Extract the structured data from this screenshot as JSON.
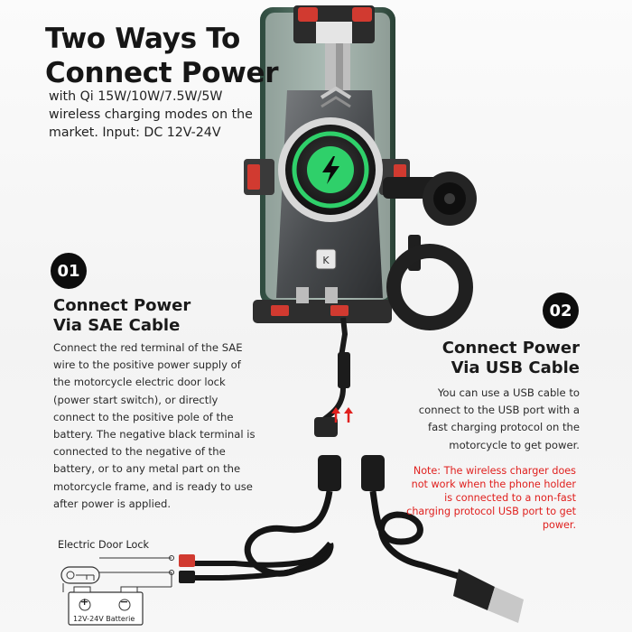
{
  "header": {
    "title": "Two Ways To Connect Power",
    "subtitle": "with Qi 15W/10W/7.5W/5W wireless charging modes on the market. Input: DC 12V-24V"
  },
  "option1": {
    "number": "01",
    "heading": "Connect Power Via SAE Cable",
    "body": "Connect the red terminal of the SAE wire to the positive power supply of the motorcycle electric door lock (power start switch), or directly connect to the positive pole of the battery. The negative black terminal is connected to the negative of the battery, or to any metal part on the motorcycle frame, and is ready to use after power is applied."
  },
  "option2": {
    "number": "02",
    "heading": "Connect Power Via USB Cable",
    "body": "You can use a USB cable to connect to the USB port with a fast charging protocol on the motorcycle to get power.",
    "note": "Note: The wireless charger does not work when the phone holder is connected to a non-fast charging protocol USB port to get power."
  },
  "diagram": {
    "door_lock_label": "Electric Door Lock",
    "battery_label": "12V-24V Batterie",
    "battery_plus": "+",
    "battery_minus": "−"
  },
  "colors": {
    "accent_red": "#e0201e",
    "dark": "#0d0d0d",
    "charge_green": "#2fd06a"
  },
  "icons": [
    "lightning-bolt-icon",
    "brand-logo-icon",
    "arrow-up-icon"
  ]
}
